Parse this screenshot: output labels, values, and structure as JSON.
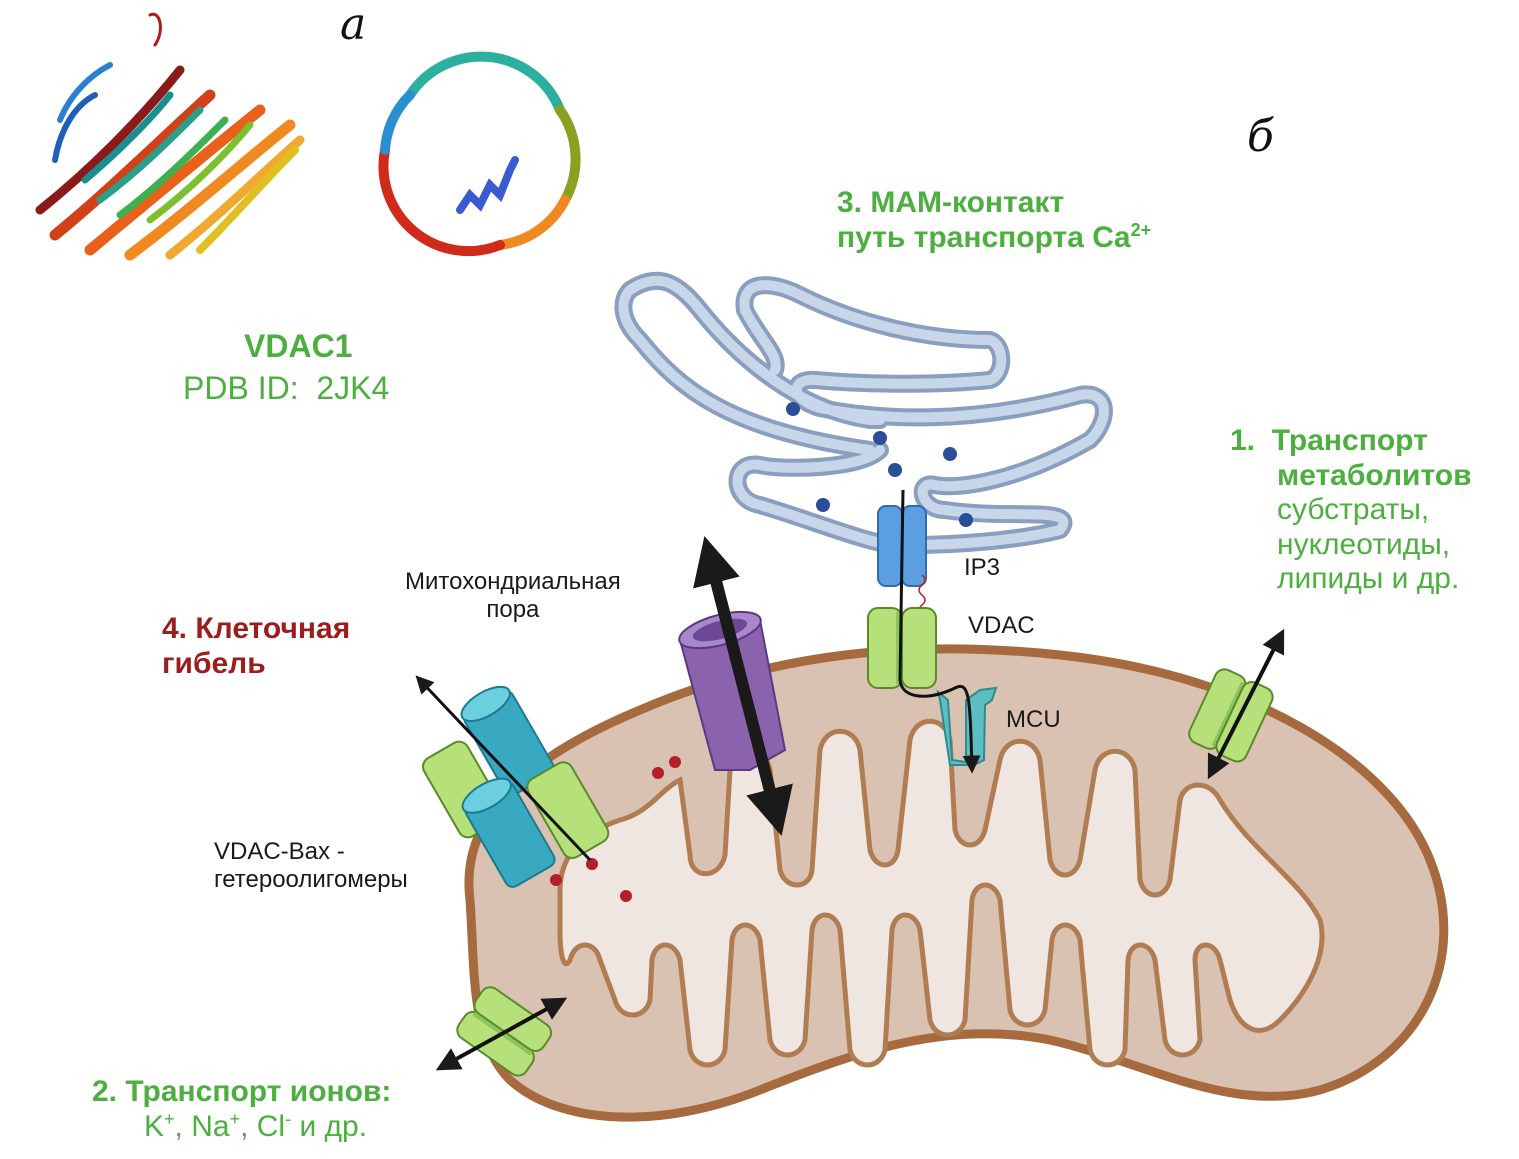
{
  "panel_labels": {
    "a": "а",
    "b": "б"
  },
  "structure": {
    "name": "VDAC1",
    "pdb_prefix": "PDB ID:",
    "pdb_id": "2JK4"
  },
  "functions": {
    "f1": {
      "number": "1.",
      "title_line1": "Транспорт",
      "title_line2": "метаболитов",
      "items": [
        "субстраты,",
        "нуклеотиды,",
        "липиды и др."
      ]
    },
    "f2": {
      "title": "2. Транспорт ионов:",
      "ions": [
        {
          "base": "K",
          "charge": "+",
          "sep": ", "
        },
        {
          "base": "Na",
          "charge": "+",
          "sep": ", "
        },
        {
          "base": "Cl",
          "charge": "-",
          "sep": " "
        }
      ],
      "tail": "и др."
    },
    "f3": {
      "line1": "3. МАМ-контакт",
      "line2_base": "путь транспорта Ca",
      "line2_sup": "2+"
    },
    "f4": {
      "line1": "4. Клеточная",
      "line2": "гибель"
    }
  },
  "labels": {
    "pore_line1": "Митохондриальная",
    "pore_line2": "пора",
    "ip3": "IP3",
    "vdac": "VDAC",
    "mcu": "MCU",
    "bax_line1": "VDAC-Bax -",
    "bax_line2": "гетероолигомеры"
  },
  "colors": {
    "green_text": "#4caf3f",
    "red_text": "#9b1d1d",
    "mito_outer": "#d9c2b2",
    "mito_border": "#a66a3e",
    "mito_inner": "#efe6e1",
    "er_fill": "#c7d6e8",
    "er_border": "#8a9fbf",
    "calcium": "#2a4f96",
    "vdac_green": "#b5e07a",
    "vdac_dark": "#8fc45a",
    "ip3_blue": "#5b9fe0",
    "mcu_teal": "#5bbfc2",
    "bax_teal": "#38a9c0",
    "pore_purple": "#8a62ad",
    "ros_red": "#b41f2a"
  }
}
